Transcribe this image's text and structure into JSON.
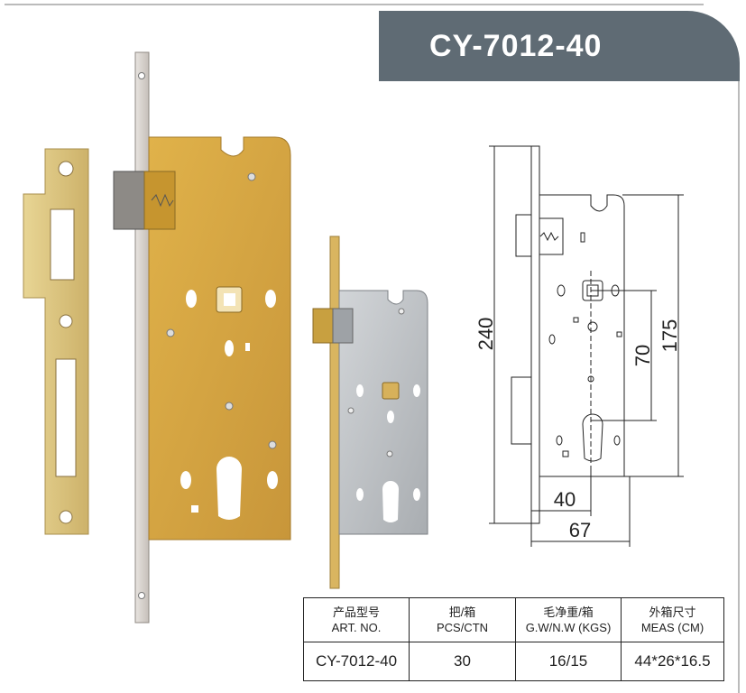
{
  "title": "CY-7012-40",
  "dimensions": {
    "height_total": "240",
    "height_inner": "175",
    "center_distance": "70",
    "backset": "40",
    "depth": "67"
  },
  "table": {
    "headers": [
      {
        "cn": "产品型号",
        "en": "ART. NO."
      },
      {
        "cn": "把/箱",
        "en": "PCS/CTN"
      },
      {
        "cn": "毛净重/箱",
        "en": "G.W/N.W (KGS)"
      },
      {
        "cn": "外箱尺寸",
        "en": "MEAS (CM)"
      }
    ],
    "row": [
      "CY-7012-40",
      "30",
      "16/15",
      "44*26*16.5"
    ]
  },
  "colors": {
    "banner": "#5f6b74",
    "gold": "#d8a843",
    "strike_plate": "#dcc27a",
    "silver": "#bcc0c4"
  }
}
